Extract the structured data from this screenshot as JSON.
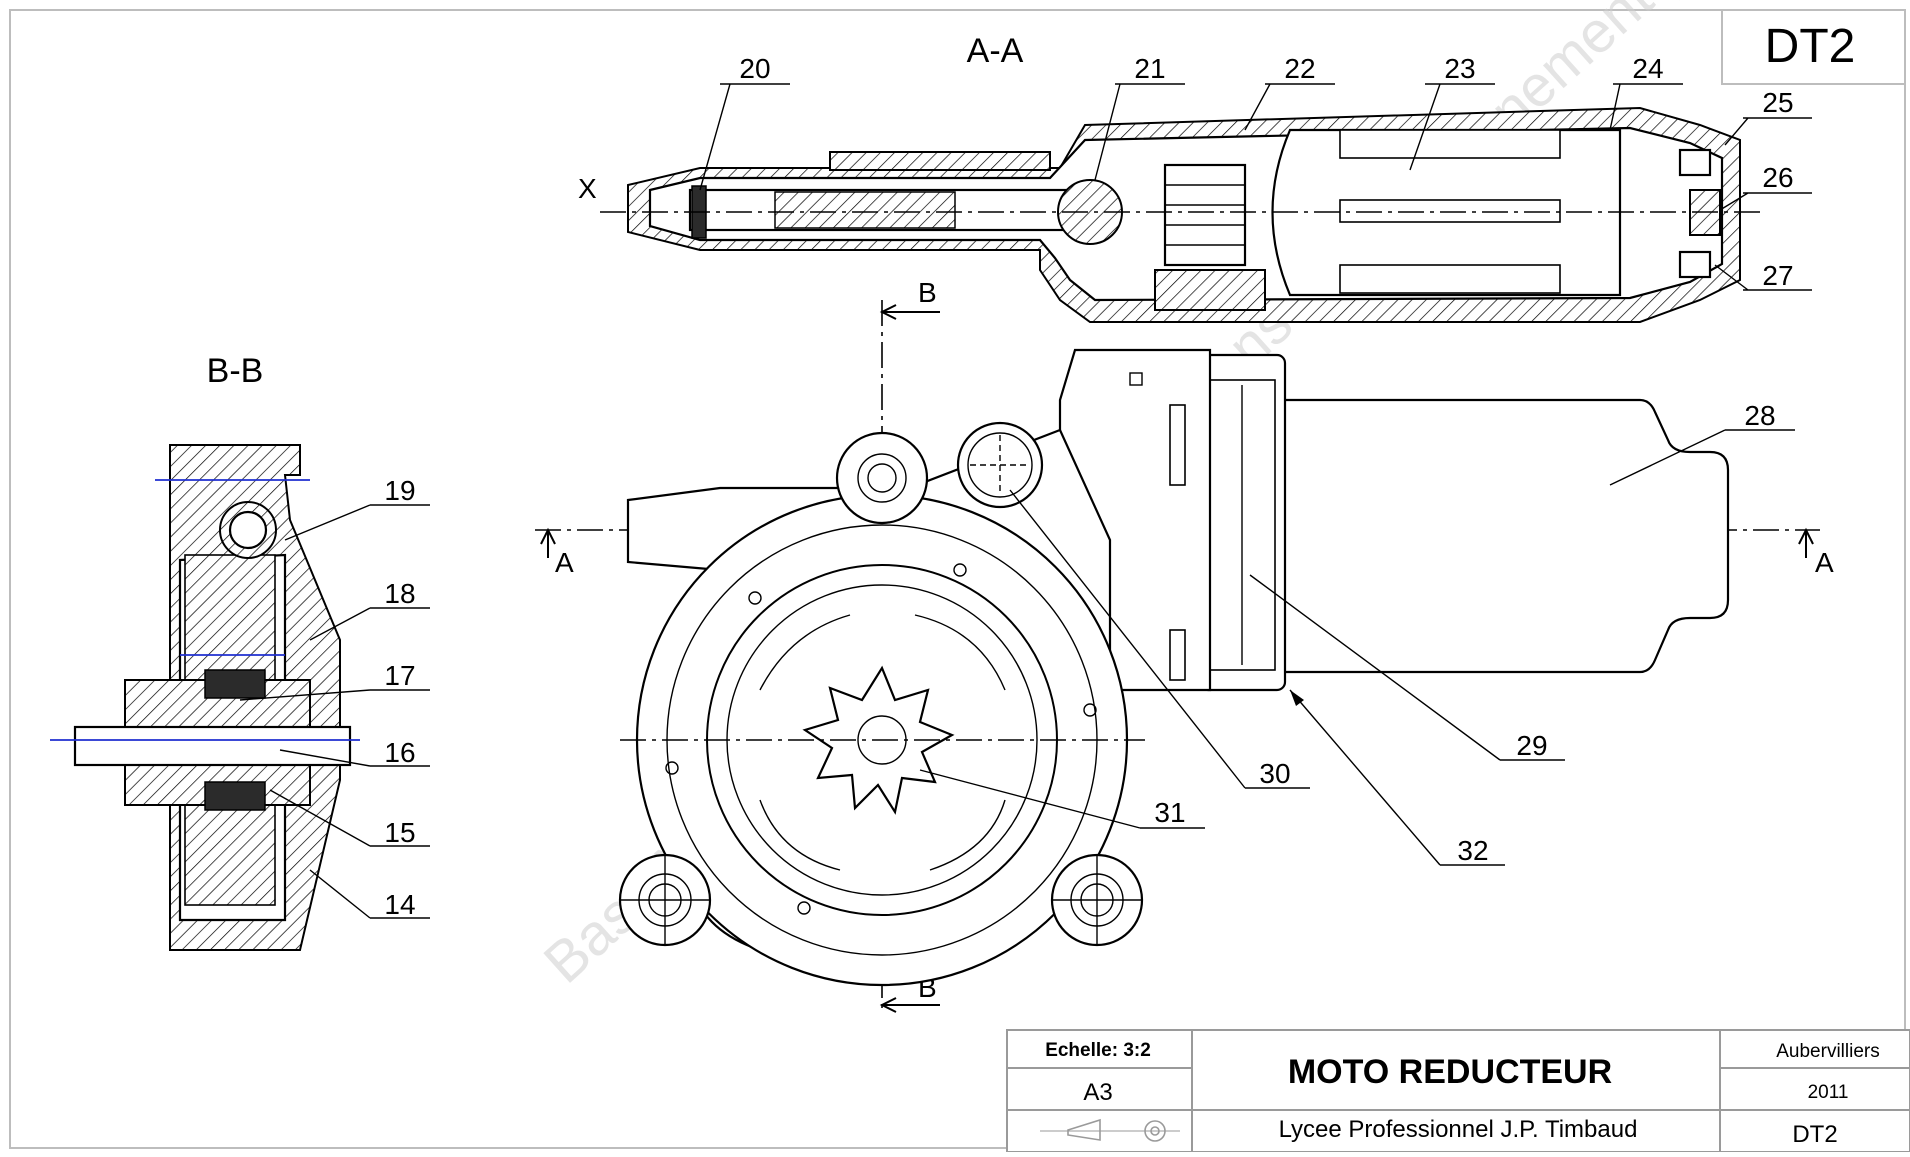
{
  "sheet_id": "DT2",
  "sections": {
    "aa_title": "A-A",
    "bb_title": "B-B",
    "cut_a_left": "A",
    "cut_a_right": "A",
    "cut_b_top": "B",
    "cut_b_bottom": "B",
    "x_mark": "X"
  },
  "callouts": {
    "n14": "14",
    "n15": "15",
    "n16": "16",
    "n17": "17",
    "n18": "18",
    "n19": "19",
    "n20": "20",
    "n21": "21",
    "n22": "22",
    "n23": "23",
    "n24": "24",
    "n25": "25",
    "n26": "26",
    "n27": "27",
    "n28": "28",
    "n29": "29",
    "n30": "30",
    "n31": "31",
    "n32": "32"
  },
  "title_block": {
    "scale_label": "Echelle: 3:2",
    "format": "A3",
    "title": "MOTO REDUCTEUR",
    "school": "Lycee Professionnel J.P. Timbaud",
    "city": "Aubervilliers",
    "year": "2011",
    "drawing_no": "DT2"
  },
  "watermark": "Base Nationale des Sujets d'Examens de l'enseignement professionnel Réseau Canopé"
}
